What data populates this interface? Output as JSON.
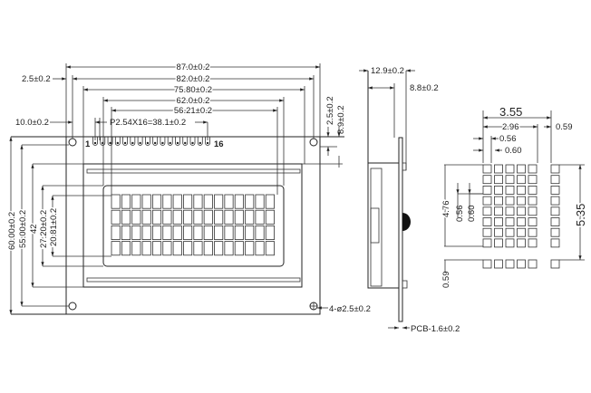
{
  "front_view": {
    "width_total": "87.0±0.2",
    "hole_pitch_x": "82.0±0.2",
    "bezel_width": "75.80±0.2",
    "viewing_width": "62.0±0.2",
    "active_width": "56.21±0.2",
    "hole_offset_x": "2.5±0.2",
    "pin_offset": "10.0±0.2",
    "pin_pitch": "P2.54X16=38.1±0.2",
    "hole_offset_y": "2.5±0.2",
    "pin_row_offset": "8.9±0.2",
    "height_total": "60.00±0.2",
    "hole_pitch_y": "55.00±0.2",
    "bezel_height": "42",
    "viewing_height": "27.20±0.2",
    "active_height": "20.81±0.2",
    "pin_first": "1",
    "pin_last": "16",
    "holes": "4-ø2.5±0.2",
    "char_columns": 16,
    "char_rows": 4
  },
  "side_view": {
    "thickness_total": "12.9±0.2",
    "thickness_body": "8.8±0.2",
    "pcb": "PCB-1.6±0.2"
  },
  "char_detail": {
    "char_pitch_w": "3.55",
    "char_width": "2.96",
    "char_gap": "0.59",
    "dot_width": "0.56",
    "dot_pitch_w": "0.60",
    "char_height": "4.76",
    "dot_height": "0.56",
    "dot_pitch_h": "0.60",
    "char_pitch_h": "5.35",
    "cursor_gap": "0.59"
  }
}
